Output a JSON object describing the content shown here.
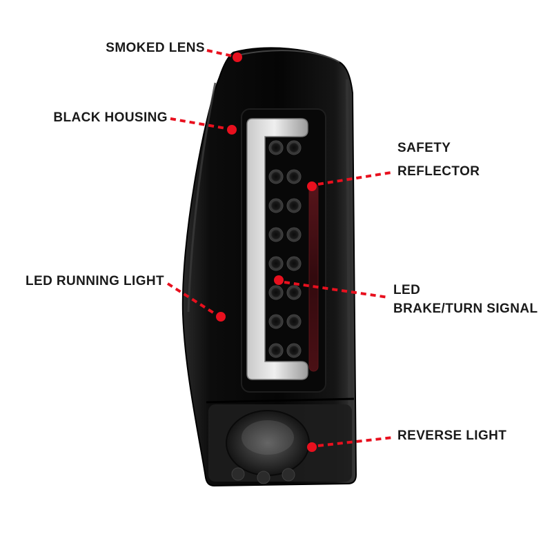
{
  "diagram": {
    "accent_color": "#e8101e",
    "text_color": "#1a1a1a",
    "background_color": "#ffffff",
    "subject": "led-tail-light",
    "callouts": {
      "smoked_lens": {
        "lines": [
          "SMOKED LENS"
        ]
      },
      "black_housing": {
        "lines": [
          "BLACK HOUSING"
        ]
      },
      "safety_reflector": {
        "lines": [
          "SAFETY",
          "REFLECTOR"
        ]
      },
      "led_running_light": {
        "lines": [
          "LED RUNNING LIGHT"
        ]
      },
      "led_brake_turn_signal": {
        "lines": [
          "LED",
          "BRAKE/TURN SIGNAL"
        ]
      },
      "reverse_light": {
        "lines": [
          "REVERSE LIGHT"
        ]
      }
    }
  }
}
